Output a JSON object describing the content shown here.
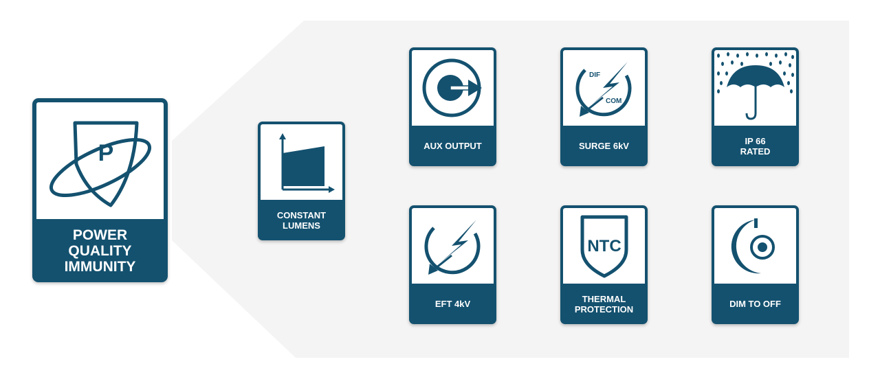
{
  "colors": {
    "primary": "#14516f",
    "background_panel": "#f4f4f4"
  },
  "main_feature": {
    "label": "POWER\nQUALITY\nIMMUNITY",
    "icon": "shield-p-icon",
    "icon_letter": "P"
  },
  "secondary_feature": {
    "label": "CONSTANT\nLUMENS",
    "icon": "constant-lumens-chart-icon"
  },
  "features": [
    {
      "label": "AUX OUTPUT",
      "icon": "aux-output-icon"
    },
    {
      "label": "SURGE 6kV",
      "icon": "surge-icon",
      "icon_text": [
        "DIF",
        "COM"
      ]
    },
    {
      "label": "IP 66\nRATED",
      "icon": "umbrella-rain-icon"
    },
    {
      "label": "EFT 4kV",
      "icon": "eft-icon"
    },
    {
      "label": "THERMAL\nPROTECTION",
      "icon": "ntc-shield-icon",
      "icon_text": "NTC"
    },
    {
      "label": "DIM TO OFF",
      "icon": "dim-to-off-icon"
    }
  ]
}
